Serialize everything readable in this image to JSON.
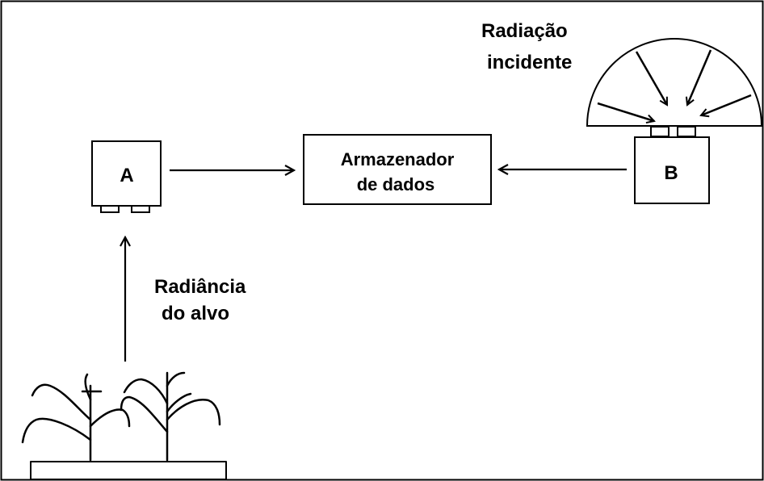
{
  "sensor_a": {
    "label": "A"
  },
  "sensor_b": {
    "label": "B"
  },
  "data_logger": {
    "line1": "Armazenador",
    "line2": "de dados"
  },
  "target_radiance": {
    "line1": "Radiância",
    "line2": "do alvo"
  },
  "incident_radiation": {
    "line1": "Radiação",
    "line2": "incidente"
  },
  "colors": {
    "stroke": "#000000",
    "background": "#ffffff"
  }
}
